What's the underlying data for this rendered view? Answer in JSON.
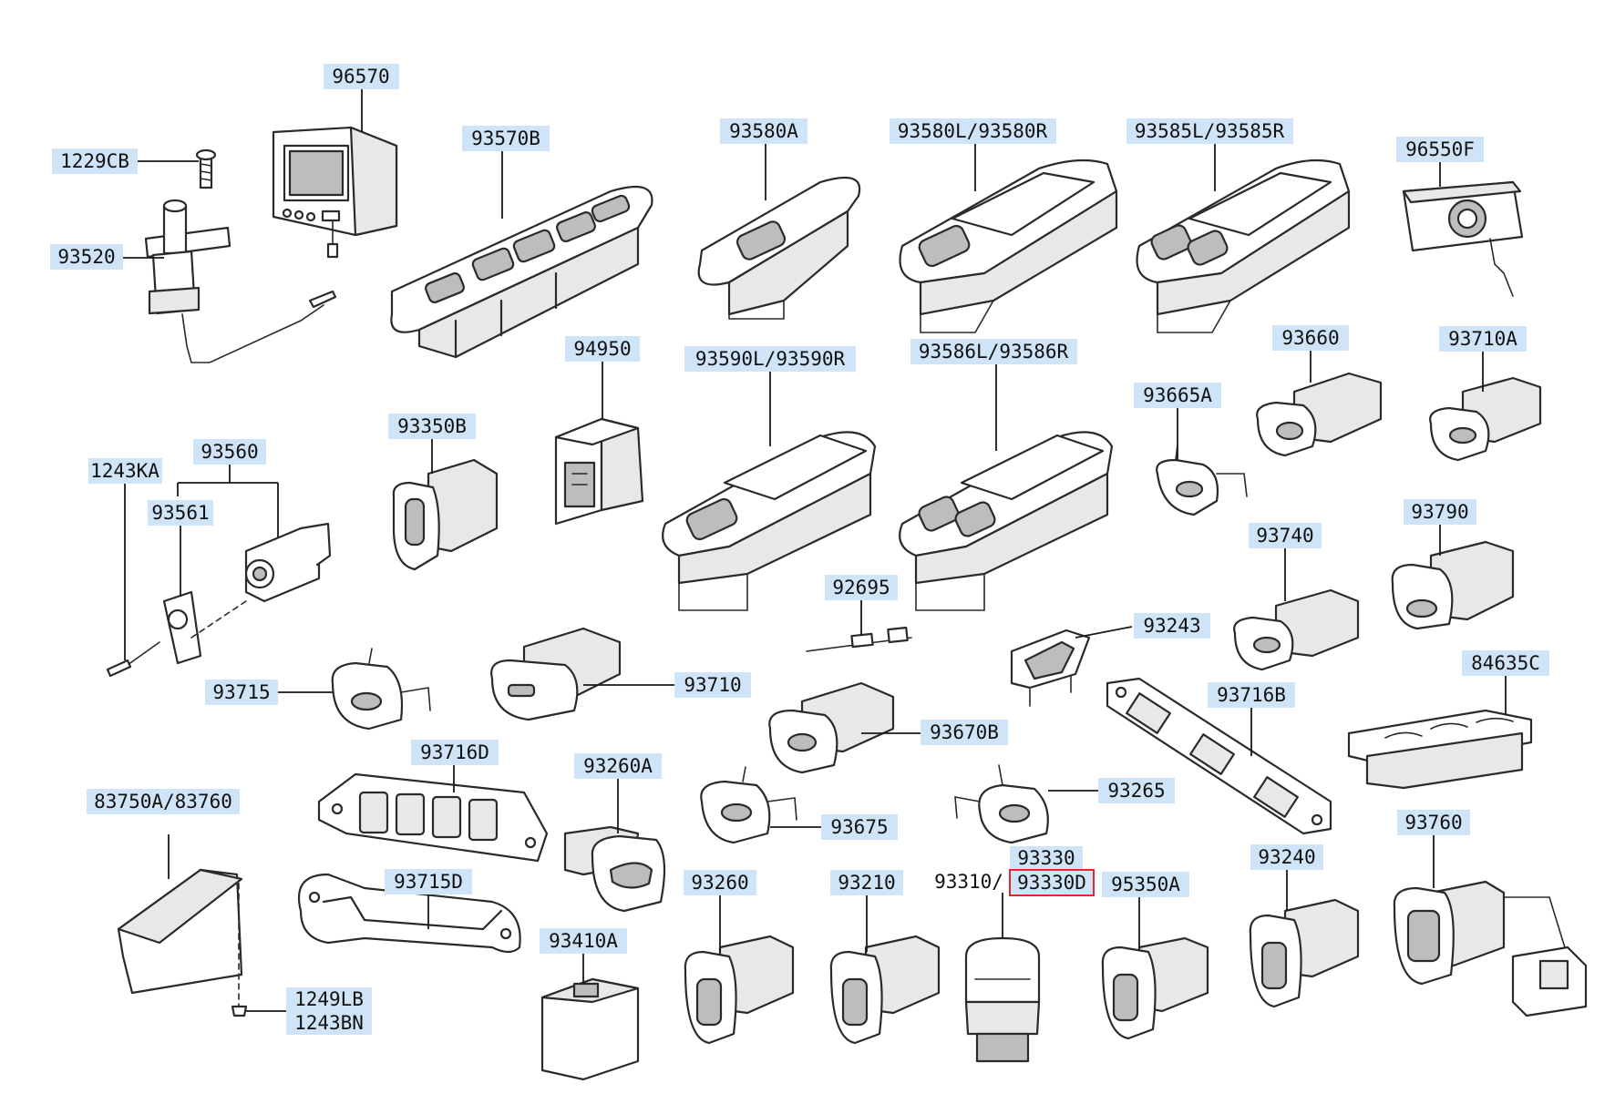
{
  "diagram": {
    "parts": [
      {
        "id": "p96570",
        "label": "96570"
      },
      {
        "id": "p1229CB",
        "label": "1229CB"
      },
      {
        "id": "p93520",
        "label": "93520"
      },
      {
        "id": "p93570B",
        "label": "93570B"
      },
      {
        "id": "p93580A",
        "label": "93580A"
      },
      {
        "id": "p93580LR",
        "label": "93580L/93580R"
      },
      {
        "id": "p93585LR",
        "label": "93585L/93585R"
      },
      {
        "id": "p96550F",
        "label": "96550F"
      },
      {
        "id": "p94950",
        "label": "94950"
      },
      {
        "id": "p93590LR",
        "label": "93590L/93590R"
      },
      {
        "id": "p93586LR",
        "label": "93586L/93586R"
      },
      {
        "id": "p93660",
        "label": "93660"
      },
      {
        "id": "p93710A",
        "label": "93710A"
      },
      {
        "id": "p93665A",
        "label": "93665A"
      },
      {
        "id": "p93350B",
        "label": "93350B"
      },
      {
        "id": "p93560",
        "label": "93560"
      },
      {
        "id": "p1243KA",
        "label": "1243KA"
      },
      {
        "id": "p93561",
        "label": "93561"
      },
      {
        "id": "p93740",
        "label": "93740"
      },
      {
        "id": "p93790",
        "label": "93790"
      },
      {
        "id": "p92695",
        "label": "92695"
      },
      {
        "id": "p93243",
        "label": "93243"
      },
      {
        "id": "p84635C",
        "label": "84635C"
      },
      {
        "id": "p93715",
        "label": "93715"
      },
      {
        "id": "p93710",
        "label": "93710"
      },
      {
        "id": "p93716B",
        "label": "93716B"
      },
      {
        "id": "p93670B",
        "label": "93670B"
      },
      {
        "id": "p93716D",
        "label": "93716D"
      },
      {
        "id": "p93260A",
        "label": "93260A"
      },
      {
        "id": "p83750A",
        "label": "83750A/83760"
      },
      {
        "id": "p93265",
        "label": "93265"
      },
      {
        "id": "p93675",
        "label": "93675"
      },
      {
        "id": "p93760",
        "label": "93760"
      },
      {
        "id": "p93715D",
        "label": "93715D"
      },
      {
        "id": "p93330",
        "label": "93330"
      },
      {
        "id": "p93310",
        "label": "93310/"
      },
      {
        "id": "p93330D",
        "label": "93330D"
      },
      {
        "id": "p95350A",
        "label": "95350A"
      },
      {
        "id": "p93240",
        "label": "93240"
      },
      {
        "id": "p93260",
        "label": "93260"
      },
      {
        "id": "p93210",
        "label": "93210"
      },
      {
        "id": "p93410A",
        "label": "93410A"
      },
      {
        "id": "p1249LB",
        "label": "1249LB"
      },
      {
        "id": "p1243BN",
        "label": "1243BN"
      }
    ],
    "highlighted_part": "93330D",
    "highlight_color": "#e8262b",
    "label_background": "#cfe5f7"
  }
}
